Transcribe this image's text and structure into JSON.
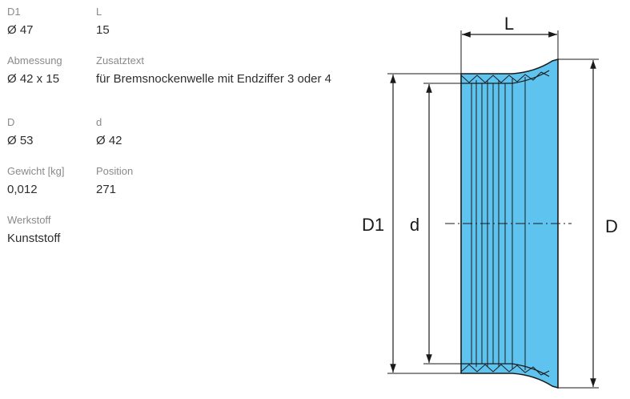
{
  "specs": {
    "d1": {
      "label": "D1",
      "value": "Ø 47"
    },
    "l": {
      "label": "L",
      "value": "15"
    },
    "abmessung": {
      "label": "Abmessung",
      "value": "Ø 42 x 15"
    },
    "zusatztext": {
      "label": "Zusatztext",
      "value": "für Bremsnockenwelle mit Endziffer 3 oder 4"
    },
    "d_outer": {
      "label": "D",
      "value": "Ø 53"
    },
    "d_inner": {
      "label": "d",
      "value": "Ø 42"
    },
    "gewicht": {
      "label": "Gewicht [kg]",
      "value": "0,012"
    },
    "position": {
      "label": "Position",
      "value": "271"
    },
    "werkstoff": {
      "label": "Werkstoff",
      "value": "Kunststoff"
    }
  },
  "drawing": {
    "label_L": "L",
    "label_D1": "D1",
    "label_d": "d",
    "label_D": "D",
    "fill_color": "#5fc3ef",
    "line_color": "#1a1a1a"
  }
}
